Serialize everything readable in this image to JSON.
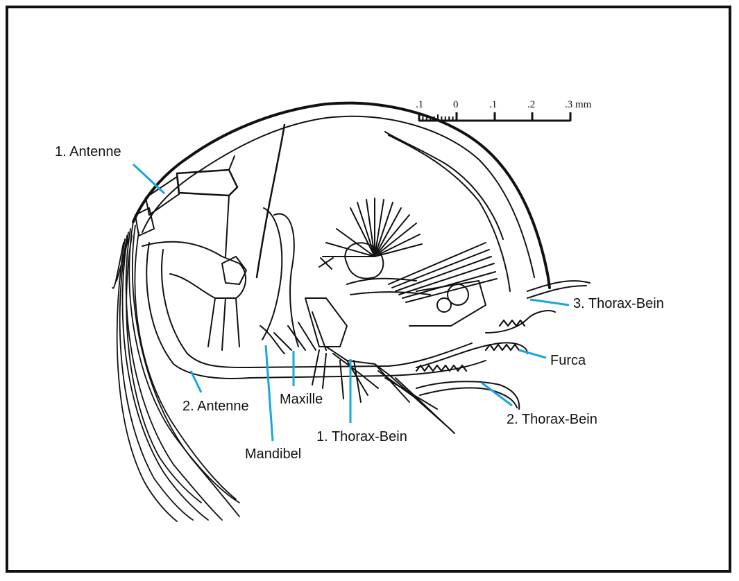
{
  "labels": {
    "antenne1": "1. Antenne",
    "antenne2": "2. Antenne",
    "mandibel": "Mandibel",
    "maxille": "Maxille",
    "thorax1": "1. Thorax-Bein",
    "thorax2": "2. Thorax-Bein",
    "thorax3": "3. Thorax-Bein",
    "furca": "Furca"
  },
  "scale_bar": {
    "ticks": [
      ".1",
      "0",
      ".1",
      ".2",
      ".3 mm"
    ],
    "minor_divisions": 10
  },
  "colors": {
    "leader": "#16a7de",
    "ink": "#111111"
  }
}
